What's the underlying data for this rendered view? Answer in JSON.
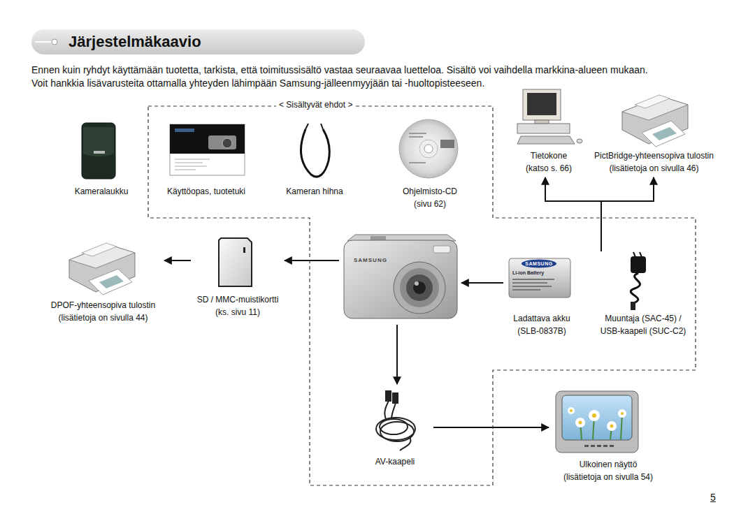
{
  "diagram": {
    "title": "Järjestelmäkaavio",
    "nodes": [
      {
        "text": [
          "< Sisältyvät ehdot >"
        ]
      },
      {
        "text": [
          "Kameralaukku"
        ]
      },
      {
        "text": [
          "Käyttöopas, tuotetuki"
        ],
        "in": 0
      },
      {
        "text": [
          "Kameran hihna"
        ],
        "in": 0
      },
      {
        "text": [
          "Ohjelmisto-CD (sivu 62)"
        ],
        "in": 0
      },
      {
        "text": [
          "Tietokone (katso s. 66)"
        ]
      },
      {
        "text": [
          "PictBridge-yhteensopiva tulostin (lisätietoja on sivulla 46)"
        ]
      },
      {
        "text": [
          "DPOF-yhteensopiva tulostin (lisätietoja on sivulla 44)"
        ]
      },
      {
        "text": [
          "SD / MMC-muistikortti (ks. sivu 11)"
        ]
      },
      {
        "text": [
          "SAMSUNG"
        ],
        "in": 0
      },
      {
        "text": [
          "Ladattava akku (SLB-0837B)"
        ],
        "in": 0
      },
      {
        "text": [
          "Muuntaja (SAC-45) / USB-kaapeli (SUC-C2)"
        ],
        "in": 0
      },
      {
        "text": [
          "AV-kaapeli"
        ],
        "in": 0
      },
      {
        "text": [
          "Ulkoinen näyttö (lisätietoja on sivulla 54)"
        ]
      }
    ],
    "edges": [
      {
        "from": 9,
        "to": 8,
        "arrow": "to"
      },
      {
        "from": 8,
        "to": 7,
        "arrow": "to"
      },
      {
        "from": 10,
        "to": 9,
        "arrow": "to"
      },
      {
        "from": 9,
        "to": 12,
        "arrow": "to"
      },
      {
        "from": 12,
        "to": 13,
        "arrow": "to"
      },
      {
        "from": 11,
        "to": 5,
        "arrow": "to"
      },
      {
        "from": 11,
        "to": 6,
        "arrow": "to"
      }
    ],
    "labels": [
      "Ennen kuin ryhdyt käyttämään tuotetta, tarkista, että toimitussisältö vastaa seuraavaa luetteloa. Sisältö voi vaihdella markkina-alueen mukaan.",
      "Voit hankkia lisävarusteita ottamalla yhteyden lähimpään Samsung-jälleenmyyjään tai -huoltopisteeseen.",
      "SAMSUNG",
      "Li-ion Battery",
      "5"
    ]
  }
}
